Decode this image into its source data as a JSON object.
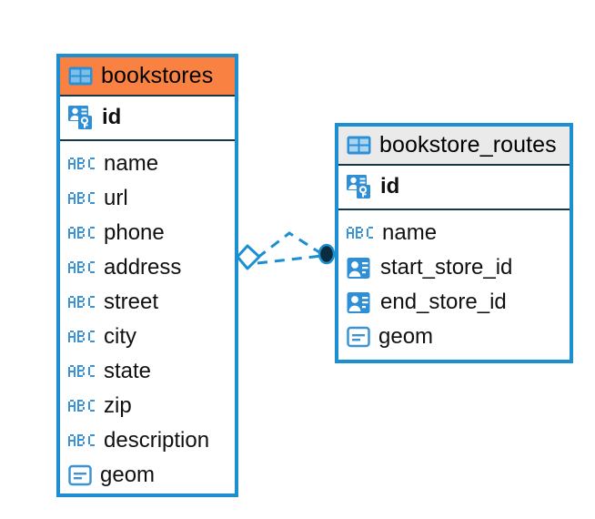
{
  "diagram": {
    "type": "entity-relationship-diagram",
    "background": "#ffffff",
    "accent_color": "#1b8fd2",
    "highlight_color": "#f98242",
    "header_color": "#eaeaea",
    "connector_color": "#1b8fd2",
    "connector_endpoint_color": "#0d2b3e"
  },
  "entities": [
    {
      "name": "bookstores",
      "header_style": "orange",
      "header_icon": "table-icon",
      "primary_keys": [
        {
          "label": "id",
          "icon": "primary-key-icon",
          "type": "pk"
        }
      ],
      "fields": [
        {
          "label": "name",
          "icon": "abc-text-icon",
          "type": "text"
        },
        {
          "label": "url",
          "icon": "abc-text-icon",
          "type": "text"
        },
        {
          "label": "phone",
          "icon": "abc-text-icon",
          "type": "text"
        },
        {
          "label": "address",
          "icon": "abc-text-icon",
          "type": "text"
        },
        {
          "label": "street",
          "icon": "abc-text-icon",
          "type": "text"
        },
        {
          "label": "city",
          "icon": "abc-text-icon",
          "type": "text"
        },
        {
          "label": "state",
          "icon": "abc-text-icon",
          "type": "text"
        },
        {
          "label": "zip",
          "icon": "abc-text-icon",
          "type": "text"
        },
        {
          "label": "description",
          "icon": "abc-text-icon",
          "type": "text"
        },
        {
          "label": "geom",
          "icon": "geometry-icon",
          "type": "geometry"
        }
      ]
    },
    {
      "name": "bookstore_routes",
      "header_style": "grey",
      "header_icon": "table-icon",
      "primary_keys": [
        {
          "label": "id",
          "icon": "primary-key-icon",
          "type": "pk"
        }
      ],
      "fields": [
        {
          "label": "name",
          "icon": "abc-text-icon",
          "type": "text"
        },
        {
          "label": "start_store_id",
          "icon": "foreign-key-icon",
          "type": "fk"
        },
        {
          "label": "end_store_id",
          "icon": "foreign-key-icon",
          "type": "fk"
        },
        {
          "label": "geom",
          "icon": "geometry-icon",
          "type": "geometry"
        }
      ]
    }
  ],
  "relationship": {
    "from_entity": "bookstores",
    "to_entity": "bookstore_routes",
    "style": "dashed",
    "source_marker": "diamond-outline",
    "target_marker": "filled-circle",
    "cardinality": "one-to-many"
  }
}
